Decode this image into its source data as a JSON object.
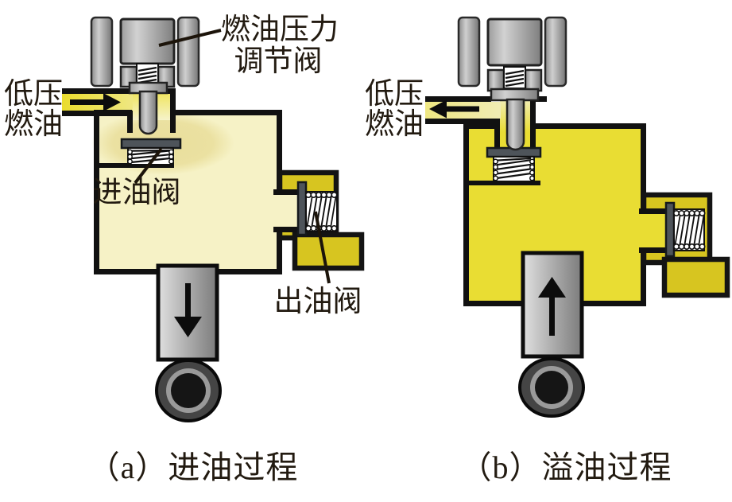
{
  "diagram": {
    "title_visible": "",
    "panels": [
      {
        "id": "a",
        "caption": "（a）进油过程",
        "inlet_label": [
          "低压",
          "燃油"
        ],
        "inlet_arrow": "right-into-pump",
        "plunger_arrow": "down",
        "labels": {
          "regulator": [
            "燃油压力",
            "调节阀"
          ],
          "intake_valve": "进油阀",
          "outlet_valve": "出油阀"
        }
      },
      {
        "id": "b",
        "caption": "（b）溢油过程",
        "inlet_label": [
          "低压",
          "燃油"
        ],
        "inlet_arrow": "left-out-of-pump",
        "plunger_arrow": "up",
        "labels": {}
      }
    ],
    "colors": {
      "page-bg": "#ffffff",
      "label-color": "#221a10",
      "chamber-pale": "#f6f2c6",
      "chamber-highlight": "#e9de9b",
      "chamber-bright": "#e9dd33",
      "channel-yellow": "#eadc2e",
      "channel-pale": "#f0e88e",
      "housing-yellow": "#d7c520",
      "outline-black": "#111111",
      "metal-light": "#d2d2d2",
      "metal-dark": "#7d7d7d",
      "disc-gray": "#4e545a"
    }
  }
}
